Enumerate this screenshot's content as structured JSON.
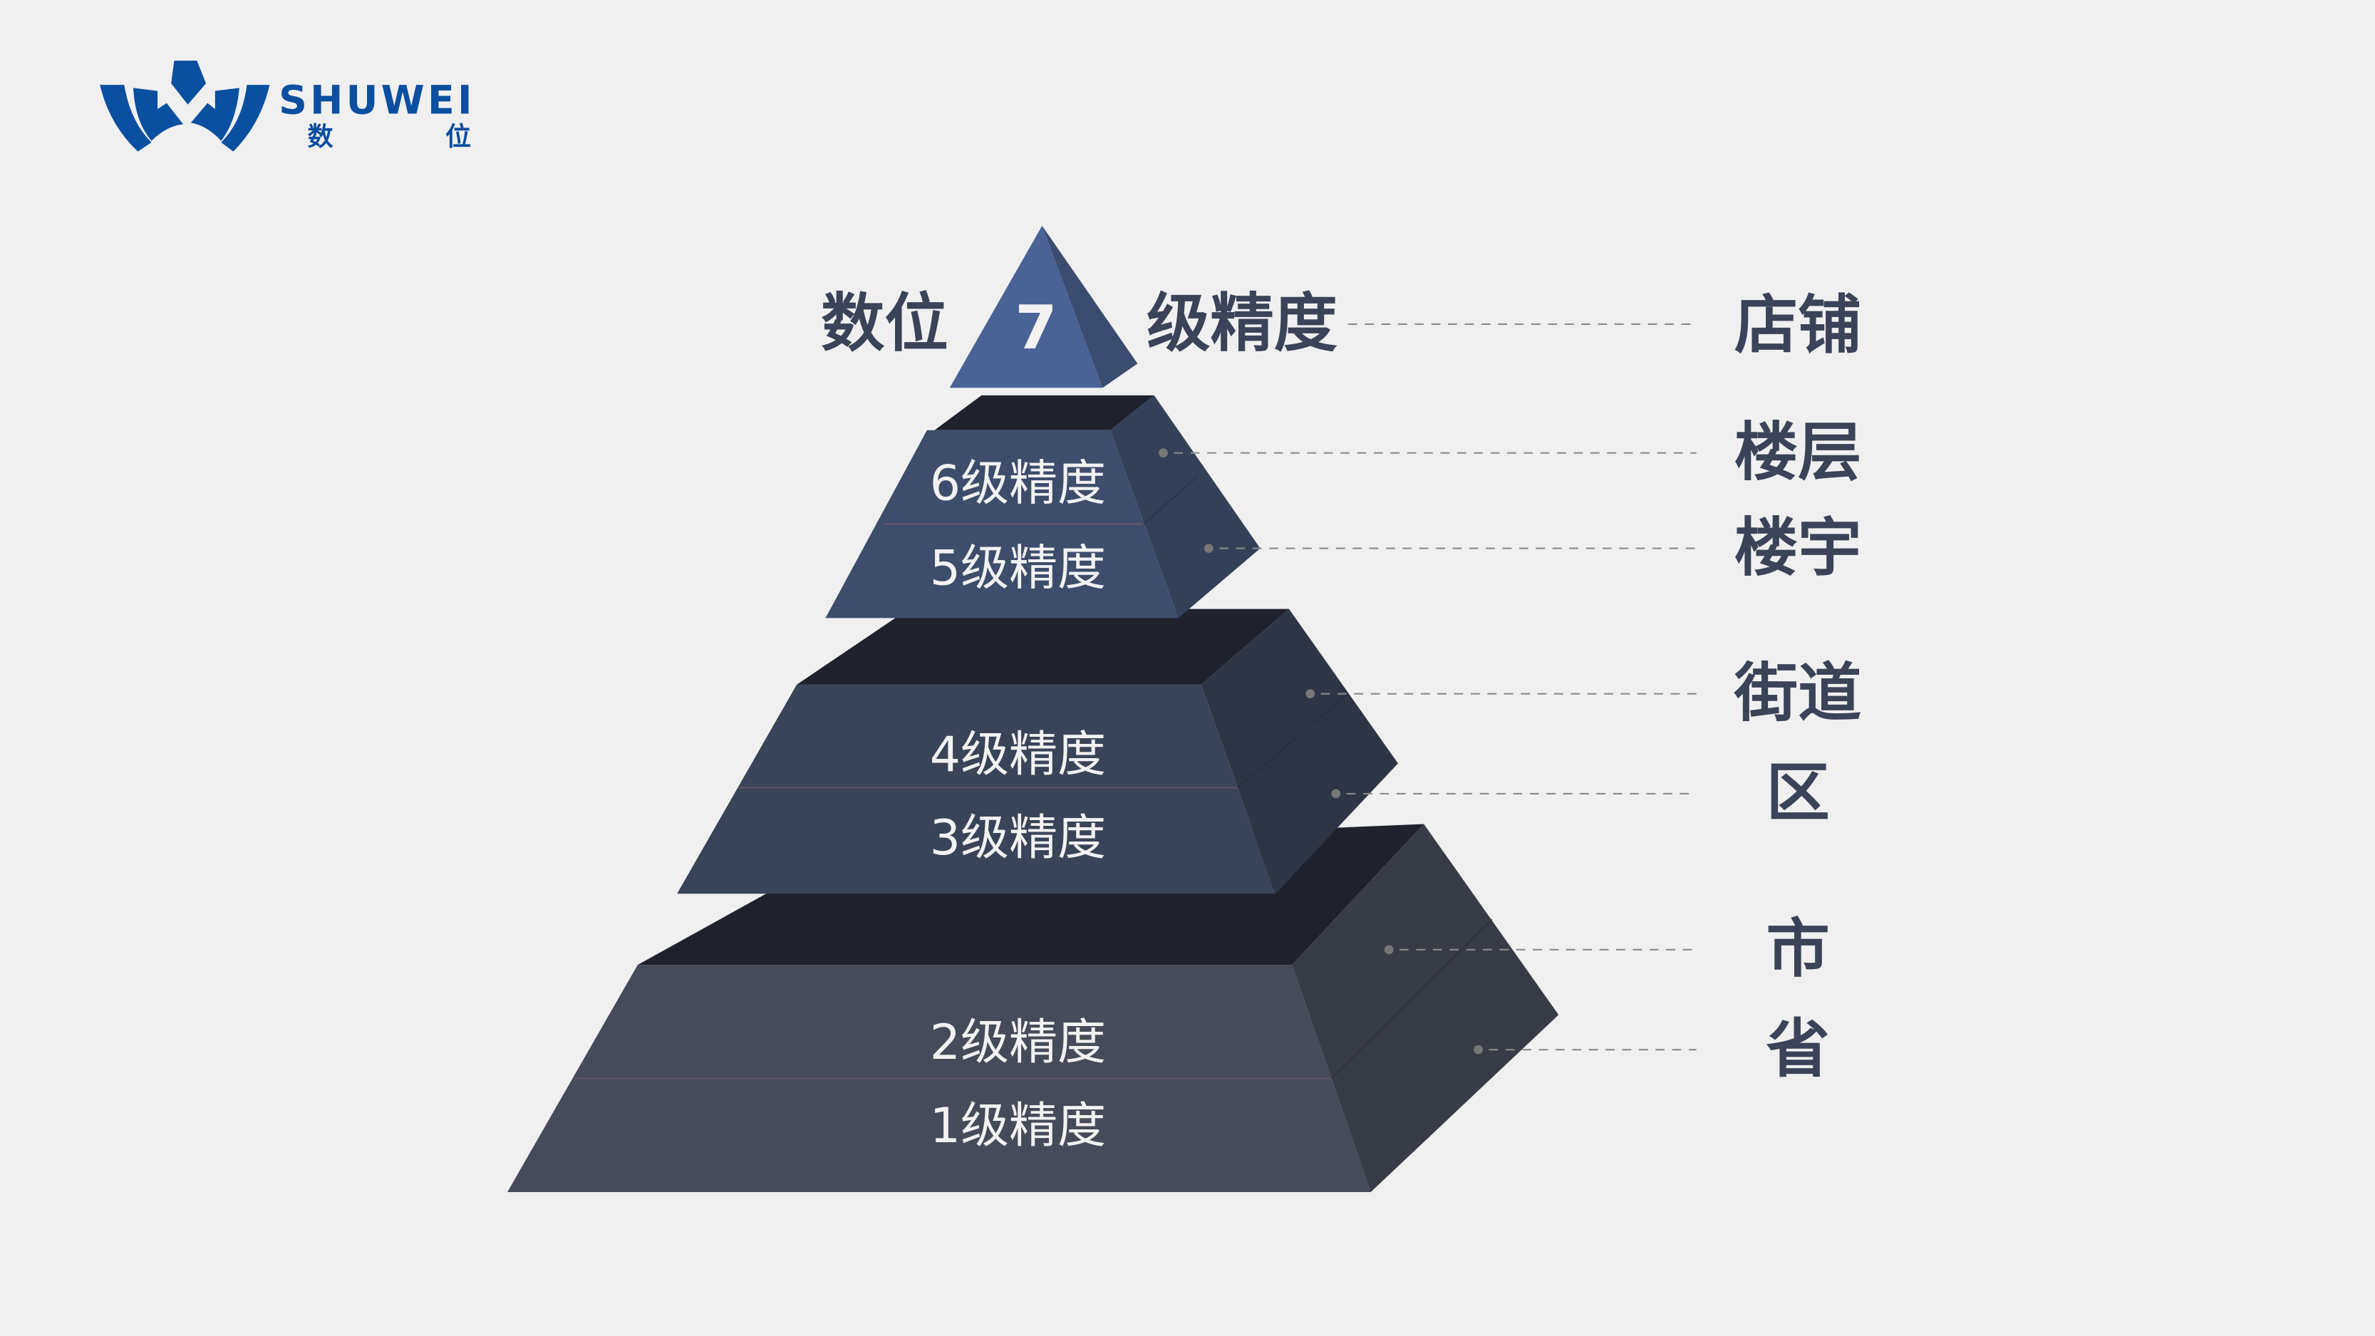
{
  "logo": {
    "brand_en": "SHUWEI",
    "brand_cn_1": "数",
    "brand_cn_2": "位",
    "color": "#0b4fa0"
  },
  "heading": {
    "prefix": "数位",
    "number": "7",
    "suffix": "级精度"
  },
  "tiers": [
    {
      "label": "6级精度",
      "level": "楼层"
    },
    {
      "label": "5级精度",
      "level": "楼宇"
    },
    {
      "label": "4级精度",
      "level": "街道"
    },
    {
      "label": "3级精度",
      "level": "区"
    },
    {
      "label": "2级精度",
      "level": "市"
    },
    {
      "label": "1级精度",
      "level": "省"
    }
  ],
  "top_level": "店铺",
  "colors": {
    "background": "#f0f0f0",
    "text": "#3a4358",
    "apex": "#4a6396"
  }
}
